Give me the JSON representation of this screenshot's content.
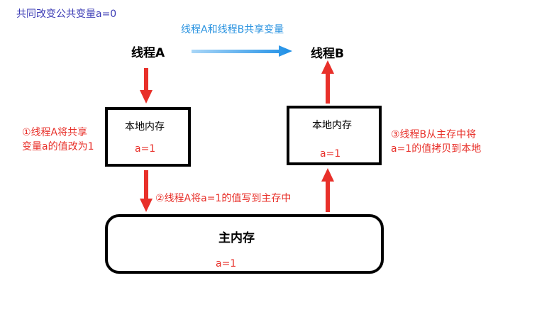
{
  "top_note": "共同改变公共变量a=0",
  "share_label": "线程A和线程B共享变量",
  "thread_a": {
    "label": "线程A"
  },
  "thread_b": {
    "label": "线程B"
  },
  "local_a": {
    "title": "本地内存",
    "value": "a=1"
  },
  "local_b": {
    "title": "本地内存",
    "value": "a=1"
  },
  "main_memory": {
    "title": "主内存",
    "value": "a=1"
  },
  "steps": {
    "step1": [
      "①线程A将共享",
      "变量a的值改为1"
    ],
    "step2": "②线程A将a=1的值写到主存中",
    "step3": [
      "③线程B从主存中将",
      "a=1的值拷贝到本地"
    ]
  },
  "colors": {
    "red": "#e8302a",
    "blue_arrow": "#2a93e0",
    "top_note": "#3b3bb5"
  }
}
